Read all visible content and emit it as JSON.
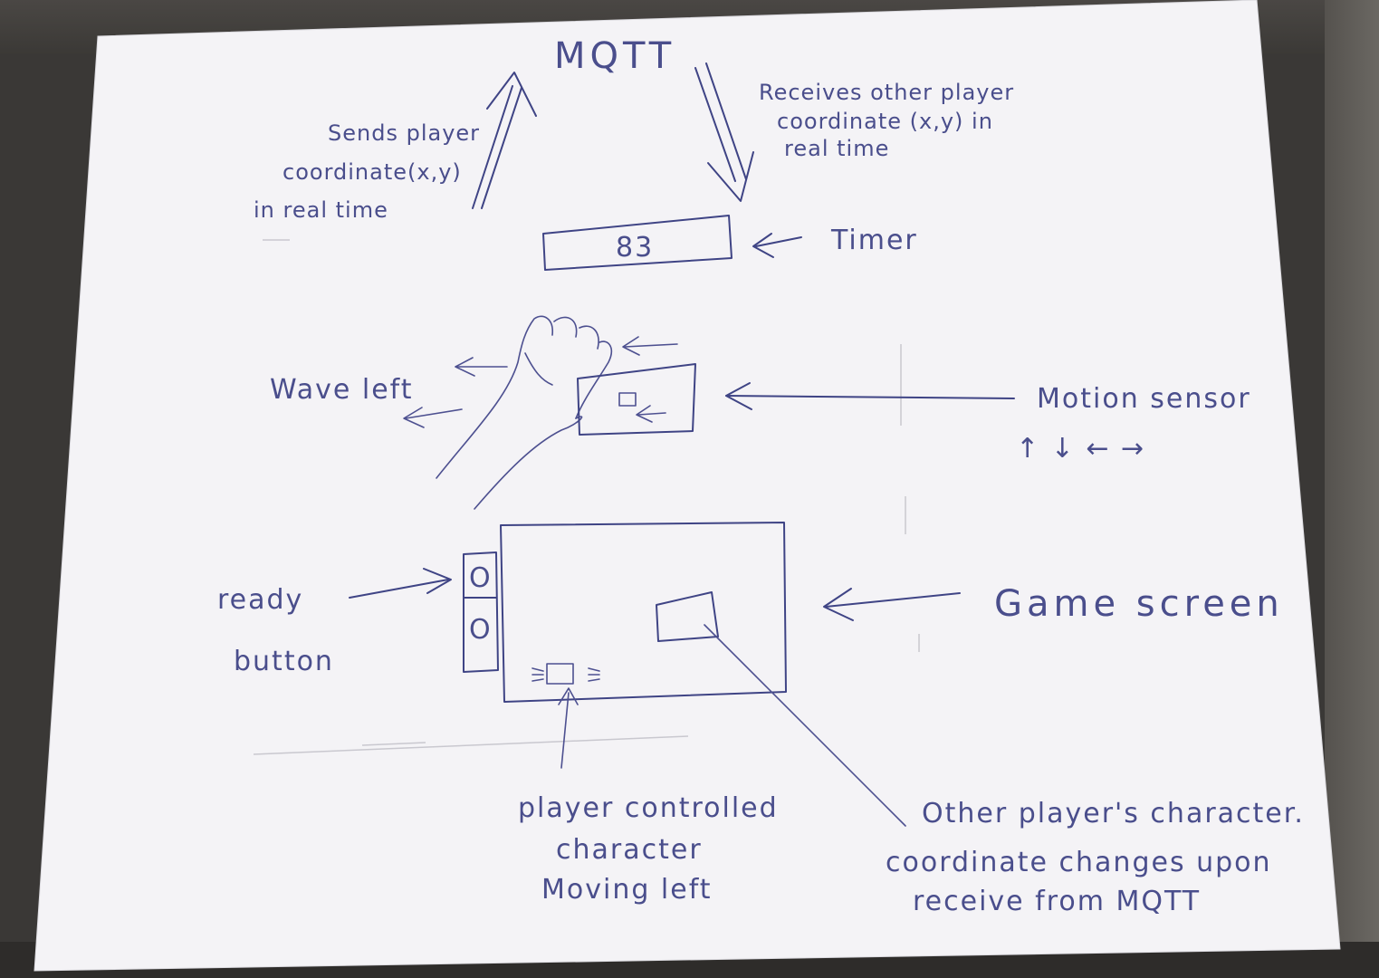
{
  "diagram": {
    "mqtt": "MQTT",
    "sends_label": [
      "Sends player",
      "coordinate(x,y)",
      "in real time"
    ],
    "receives_label": [
      "Receives other player",
      "coordinate (x,y) in",
      "real time"
    ],
    "timer_value": "83",
    "timer_label": "Timer",
    "wave_label": "Wave left",
    "motion_sensor_label": "Motion sensor",
    "motion_directions": "↑ ↓ ← →",
    "ready_label": [
      "ready",
      "button"
    ],
    "ready_buttons": [
      "O",
      "O"
    ],
    "game_screen_label": "Game screen",
    "player_label": [
      "player controlled",
      "character",
      "Moving left"
    ],
    "other_player_label": [
      "Other player's character.",
      "coordinate changes upon",
      "receive from MQTT"
    ]
  },
  "colors": {
    "ink": "#3f4485",
    "paper": "#f4f3f6",
    "background": "#3a3836"
  }
}
